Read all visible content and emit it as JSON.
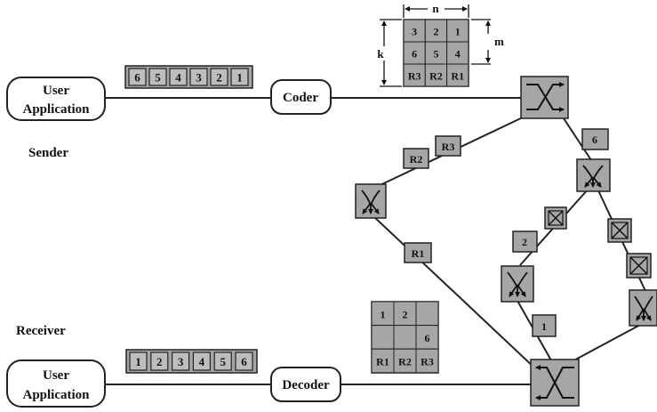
{
  "sender": {
    "user_app": [
      "User",
      "Application"
    ],
    "coder_label": "Coder",
    "caption": "Sender",
    "packets": [
      "6",
      "5",
      "4",
      "3",
      "2",
      "1"
    ],
    "matrix": {
      "rows": [
        [
          "3",
          "2",
          "1"
        ],
        [
          "6",
          "5",
          "4"
        ],
        [
          "R3",
          "R2",
          "R1"
        ]
      ],
      "n_label": "n",
      "m_label": "m",
      "k_label": "k"
    }
  },
  "receiver": {
    "user_app": [
      "User",
      "Application"
    ],
    "decoder_label": "Decoder",
    "caption": "Receiver",
    "packets": [
      "1",
      "2",
      "3",
      "4",
      "5",
      "6"
    ],
    "matrix": {
      "rows": [
        [
          "1",
          "2",
          ""
        ],
        [
          "",
          "",
          "6"
        ],
        [
          "R1",
          "R2",
          "R3"
        ]
      ]
    }
  },
  "network": {
    "link_packets": [
      "R2",
      "R3",
      "6",
      "R1",
      "2",
      "1"
    ]
  },
  "colors": {
    "box_fill": "#a6a6a6",
    "line": "#222222",
    "background": "#ffffff"
  }
}
